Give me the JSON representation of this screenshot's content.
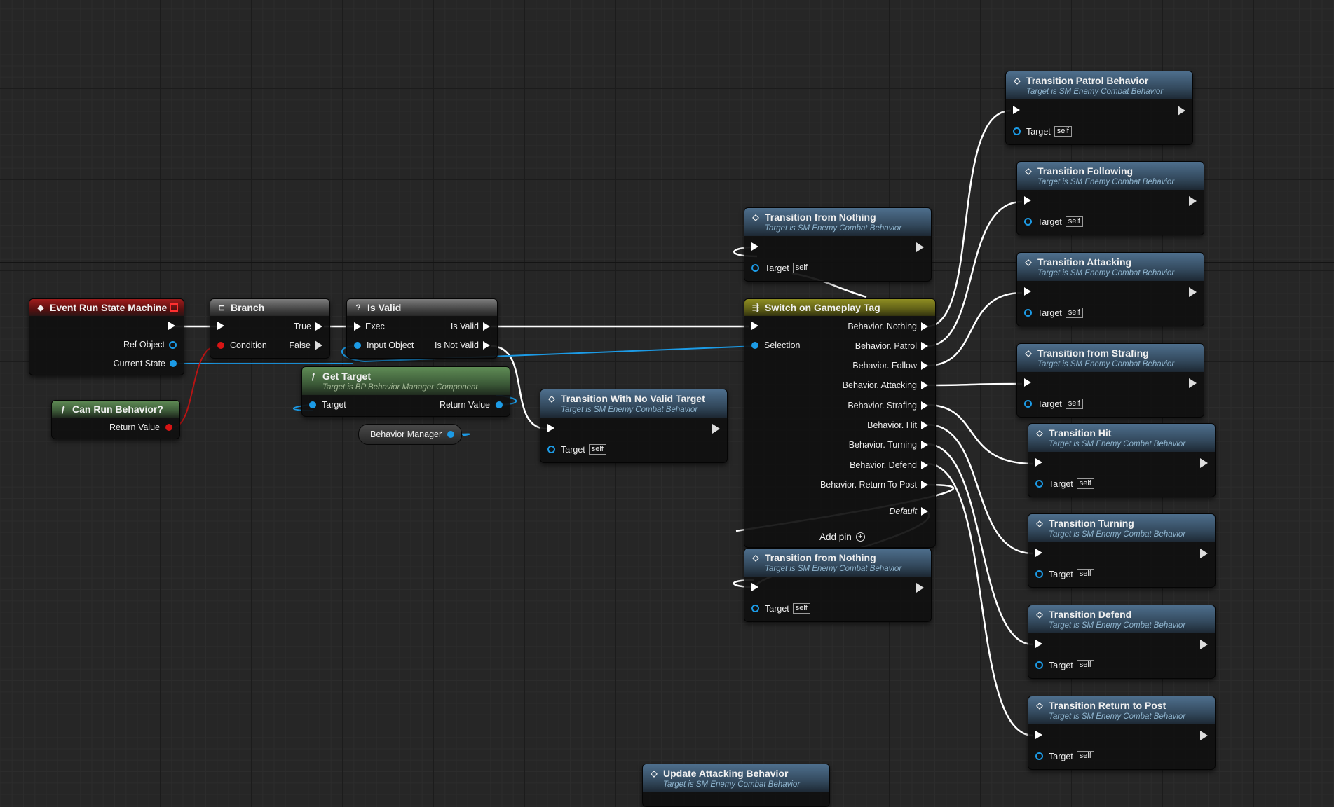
{
  "nodes": {
    "event": {
      "title": "Event Run State Machine",
      "pins": {
        "ref_object": "Ref Object",
        "current_state": "Current State"
      }
    },
    "can_run": {
      "title": "Can Run Behavior?",
      "pins": {
        "return_value": "Return Value"
      }
    },
    "branch": {
      "title": "Branch",
      "pins": {
        "condition": "Condition",
        "true": "True",
        "false": "False"
      }
    },
    "is_valid": {
      "title": "Is Valid",
      "pins": {
        "exec": "Exec",
        "input_object": "Input Object",
        "is_valid": "Is Valid",
        "is_not_valid": "Is Not Valid"
      }
    },
    "get_target": {
      "title": "Get Target",
      "subtitle": "Target is BP Behavior Manager Component",
      "pins": {
        "target": "Target",
        "return_value": "Return Value"
      }
    },
    "behavior_manager": {
      "label": "Behavior Manager"
    },
    "no_valid_target": {
      "title": "Transition With No Valid Target",
      "subtitle": "Target is SM Enemy Combat Behavior",
      "target": "Target",
      "self": "self"
    },
    "nothing_top": {
      "title": "Transition from Nothing",
      "subtitle": "Target is SM Enemy Combat Behavior",
      "target": "Target",
      "self": "self"
    },
    "nothing_bottom": {
      "title": "Transition from Nothing",
      "subtitle": "Target is SM Enemy Combat Behavior",
      "target": "Target",
      "self": "self"
    },
    "switch": {
      "title": "Switch on Gameplay Tag",
      "selection": "Selection",
      "outputs": [
        "Behavior. Nothing",
        "Behavior. Patrol",
        "Behavior. Follow",
        "Behavior. Attacking",
        "Behavior. Strafing",
        "Behavior. Hit",
        "Behavior. Turning",
        "Behavior. Defend",
        "Behavior. Return To Post"
      ],
      "default": "Default",
      "add_pin": "Add pin"
    },
    "patrol": {
      "title": "Transition Patrol Behavior",
      "subtitle": "Target is SM Enemy Combat Behavior",
      "target": "Target",
      "self": "self"
    },
    "following": {
      "title": "Transition Following",
      "subtitle": "Target is SM Enemy Combat Behavior",
      "target": "Target",
      "self": "self"
    },
    "attacking": {
      "title": "Transition Attacking",
      "subtitle": "Target is SM Enemy Combat Behavior",
      "target": "Target",
      "self": "self"
    },
    "strafing": {
      "title": "Transition from Strafing",
      "subtitle": "Target is SM Enemy Combat Behavior",
      "target": "Target",
      "self": "self"
    },
    "hit": {
      "title": "Transition Hit",
      "subtitle": "Target is SM Enemy Combat Behavior",
      "target": "Target",
      "self": "self"
    },
    "turning": {
      "title": "Transition Turning",
      "subtitle": "Target is SM Enemy Combat Behavior",
      "target": "Target",
      "self": "self"
    },
    "defend": {
      "title": "Transition Defend",
      "subtitle": "Target is SM Enemy Combat Behavior",
      "target": "Target",
      "self": "self"
    },
    "return_post": {
      "title": "Transition Return to Post",
      "subtitle": "Target is SM Enemy Combat Behavior",
      "target": "Target",
      "self": "self"
    },
    "update_attacking": {
      "title": "Update Attacking Behavior",
      "subtitle": "Target is SM Enemy Combat Behavior"
    }
  },
  "colors": {
    "exec_wire": "#ffffff",
    "object_wire": "#1c9be6",
    "bool_wire": "#b81414",
    "event_header": "#a01c1c",
    "function_header": "#4e6f8d",
    "pure_header": "#5f8c55",
    "switch_header": "#8e8d22"
  }
}
